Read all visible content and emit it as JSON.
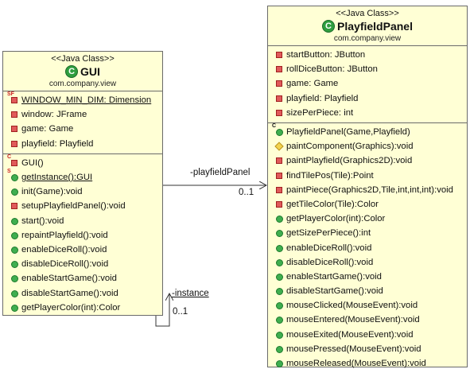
{
  "classes": {
    "gui": {
      "stereotype": "<<Java Class>>",
      "name": "GUI",
      "package": "com.company.view",
      "fields": [
        {
          "text": "WINDOW_MIN_DIM: Dimension",
          "icon": "static-final-field-icon",
          "underline": true
        },
        {
          "text": "window: JFrame",
          "icon": "private-field-icon"
        },
        {
          "text": "game: Game",
          "icon": "private-field-icon"
        },
        {
          "text": "playfield: Playfield",
          "icon": "private-field-icon"
        }
      ],
      "methods": [
        {
          "text": "GUI()",
          "icon": "private-constructor-icon"
        },
        {
          "text": "getInstance():GUI",
          "icon": "public-static-method-icon",
          "underline": true
        },
        {
          "text": "init(Game):void",
          "icon": "public-method-icon"
        },
        {
          "text": "setupPlayfieldPanel():void",
          "icon": "private-method-icon"
        },
        {
          "text": "start():void",
          "icon": "public-method-icon"
        },
        {
          "text": "repaintPlayfield():void",
          "icon": "public-method-icon"
        },
        {
          "text": "enableDiceRoll():void",
          "icon": "public-method-icon"
        },
        {
          "text": "disableDiceRoll():void",
          "icon": "public-method-icon"
        },
        {
          "text": "enableStartGame():void",
          "icon": "public-method-icon"
        },
        {
          "text": "disableStartGame():void",
          "icon": "public-method-icon"
        },
        {
          "text": "getPlayerColor(int):Color",
          "icon": "public-method-icon"
        }
      ]
    },
    "playfield_panel": {
      "stereotype": "<<Java Class>>",
      "name": "PlayfieldPanel",
      "package": "com.company.view",
      "fields": [
        {
          "text": "startButton: JButton",
          "icon": "private-field-icon"
        },
        {
          "text": "rollDiceButton: JButton",
          "icon": "private-field-icon"
        },
        {
          "text": "game: Game",
          "icon": "private-field-icon"
        },
        {
          "text": "playfield: Playfield",
          "icon": "private-field-icon"
        },
        {
          "text": "sizePerPiece: int",
          "icon": "private-field-icon"
        }
      ],
      "methods": [
        {
          "text": "PlayfieldPanel(Game,Playfield)",
          "icon": "public-constructor-icon"
        },
        {
          "text": "paintComponent(Graphics):void",
          "icon": "protected-method-icon"
        },
        {
          "text": "paintPlayfield(Graphics2D):void",
          "icon": "private-method-icon"
        },
        {
          "text": "findTilePos(Tile):Point",
          "icon": "private-method-icon"
        },
        {
          "text": "paintPiece(Graphics2D,Tile,int,int,int):void",
          "icon": "private-method-icon"
        },
        {
          "text": "getTileColor(Tile):Color",
          "icon": "private-method-icon"
        },
        {
          "text": "getPlayerColor(int):Color",
          "icon": "public-method-icon"
        },
        {
          "text": "getSizePerPiece():int",
          "icon": "public-method-icon"
        },
        {
          "text": "enableDiceRoll():void",
          "icon": "public-method-icon"
        },
        {
          "text": "disableDiceRoll():void",
          "icon": "public-method-icon"
        },
        {
          "text": "enableStartGame():void",
          "icon": "public-method-icon"
        },
        {
          "text": "disableStartGame():void",
          "icon": "public-method-icon"
        },
        {
          "text": "mouseClicked(MouseEvent):void",
          "icon": "public-method-icon"
        },
        {
          "text": "mouseEntered(MouseEvent):void",
          "icon": "public-method-icon"
        },
        {
          "text": "mouseExited(MouseEvent):void",
          "icon": "public-method-icon"
        },
        {
          "text": "mousePressed(MouseEvent):void",
          "icon": "public-method-icon"
        },
        {
          "text": "mouseReleased(MouseEvent):void",
          "icon": "public-method-icon"
        }
      ]
    }
  },
  "associations": {
    "playfield_panel": {
      "role": "-playfieldPanel",
      "multiplicity": "0..1"
    },
    "instance": {
      "role": "-instance",
      "multiplicity": "0..1"
    }
  }
}
